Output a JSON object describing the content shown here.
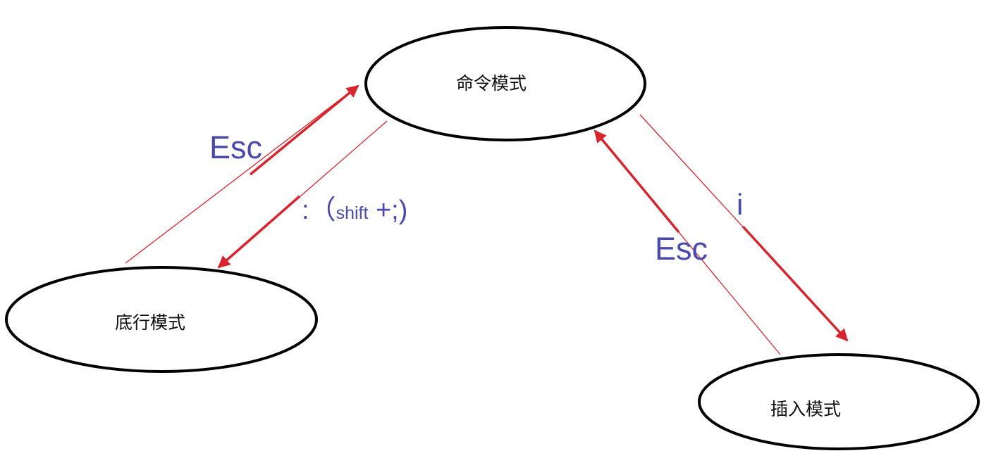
{
  "colors": {
    "arrow": "#d9232d",
    "label": "#4a4aad",
    "node_stroke": "#000000"
  },
  "nodes": {
    "command": "命令模式",
    "bottom_line": "底行模式",
    "insert": "插入模式"
  },
  "edges": {
    "bottom_to_command": {
      "label": "Esc"
    },
    "command_to_bottom": {
      "label_prefix": ":（",
      "label_shift": "shift",
      "label_suffix": " +;)"
    },
    "command_to_insert": {
      "label": "i"
    },
    "insert_to_command": {
      "label": "Esc"
    }
  }
}
